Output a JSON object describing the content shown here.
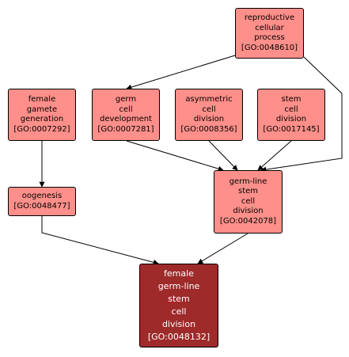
{
  "colors": {
    "term_fill": "#ff8f8a",
    "focus_fill": "#9e2a2a",
    "border": "#000000",
    "edge": "#000000"
  },
  "nodes": {
    "reproductive": {
      "lines": [
        "reproductive",
        "cellular",
        "process"
      ],
      "id": "[GO:0048610]"
    },
    "female_gamete": {
      "lines": [
        "female",
        "gamete",
        "generation"
      ],
      "id": "[GO:0007292]"
    },
    "germ_cell_dev": {
      "lines": [
        "germ",
        "cell",
        "development"
      ],
      "id": "[GO:0007281]"
    },
    "asymmetric": {
      "lines": [
        "asymmetric",
        "cell",
        "division"
      ],
      "id": "[GO:0008356]"
    },
    "stem_cell_div": {
      "lines": [
        "stem",
        "cell",
        "division"
      ],
      "id": "[GO:0017145]"
    },
    "oogenesis": {
      "lines": [
        "oogenesis"
      ],
      "id": "[GO:0048477]"
    },
    "germline_stem": {
      "lines": [
        "germ-line",
        "stem",
        "cell",
        "division"
      ],
      "id": "[GO:0042078]"
    },
    "focus": {
      "lines": [
        "female",
        "germ-line",
        "stem",
        "cell",
        "division"
      ],
      "id": "[GO:0048132]"
    }
  }
}
